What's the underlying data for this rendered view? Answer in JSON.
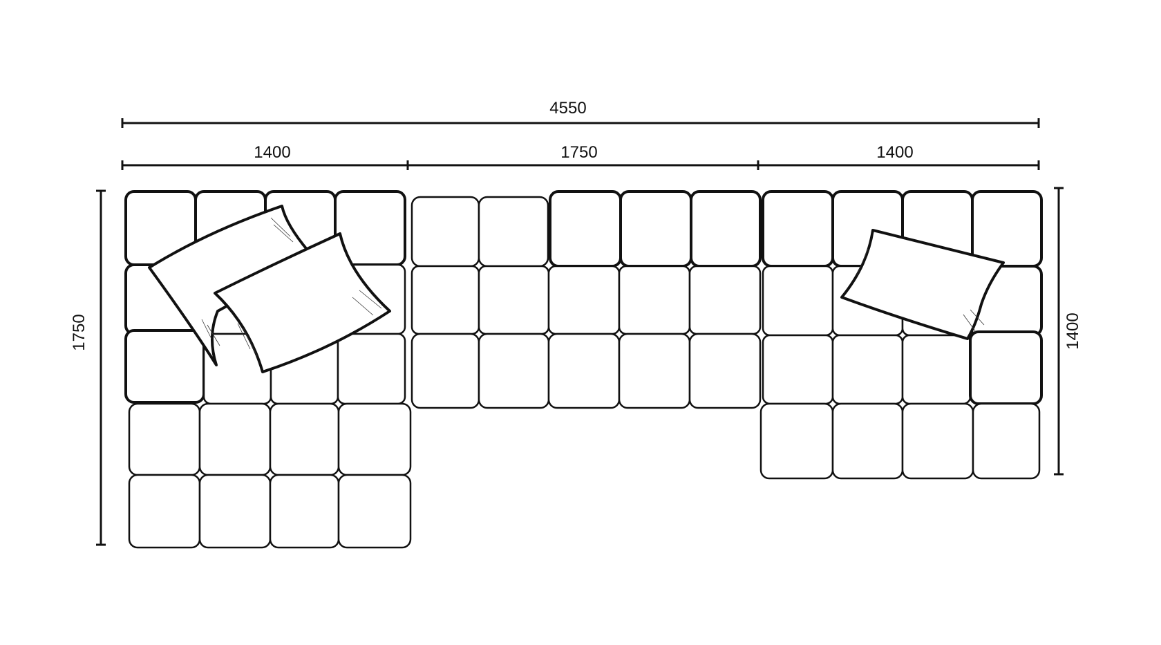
{
  "dimensions": {
    "overall_width": "4550",
    "left_module_width": "1400",
    "center_module_width": "1750",
    "right_module_width": "1400",
    "left_depth": "1750",
    "right_depth": "1400"
  },
  "colors": {
    "line": "#111111",
    "background": "#ffffff"
  }
}
